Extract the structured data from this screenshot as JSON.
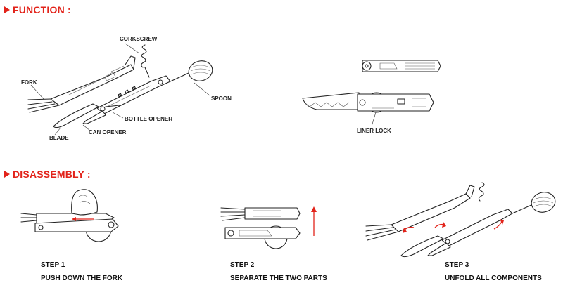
{
  "function_section": {
    "heading": "FUNCTION :",
    "labels": {
      "corkscrew": "CORKSCREW",
      "fork": "FORK",
      "spoon": "SPOON",
      "bottle_opener": "BOTTLE OPENER",
      "can_opener": "CAN OPENER",
      "blade": "BLADE",
      "liner_lock": "LINER LOCK"
    }
  },
  "disassembly_section": {
    "heading": "DISASSEMBLY :",
    "steps": [
      {
        "number": "STEP 1",
        "text": "PUSH DOWN THE FORK"
      },
      {
        "number": "STEP 2",
        "text": "SEPARATE THE TWO PARTS"
      },
      {
        "number": "STEP 3",
        "text": "UNFOLD ALL COMPONENTS"
      }
    ]
  },
  "colors": {
    "accent": "#e2231a",
    "line": "#222222",
    "background": "#ffffff"
  }
}
